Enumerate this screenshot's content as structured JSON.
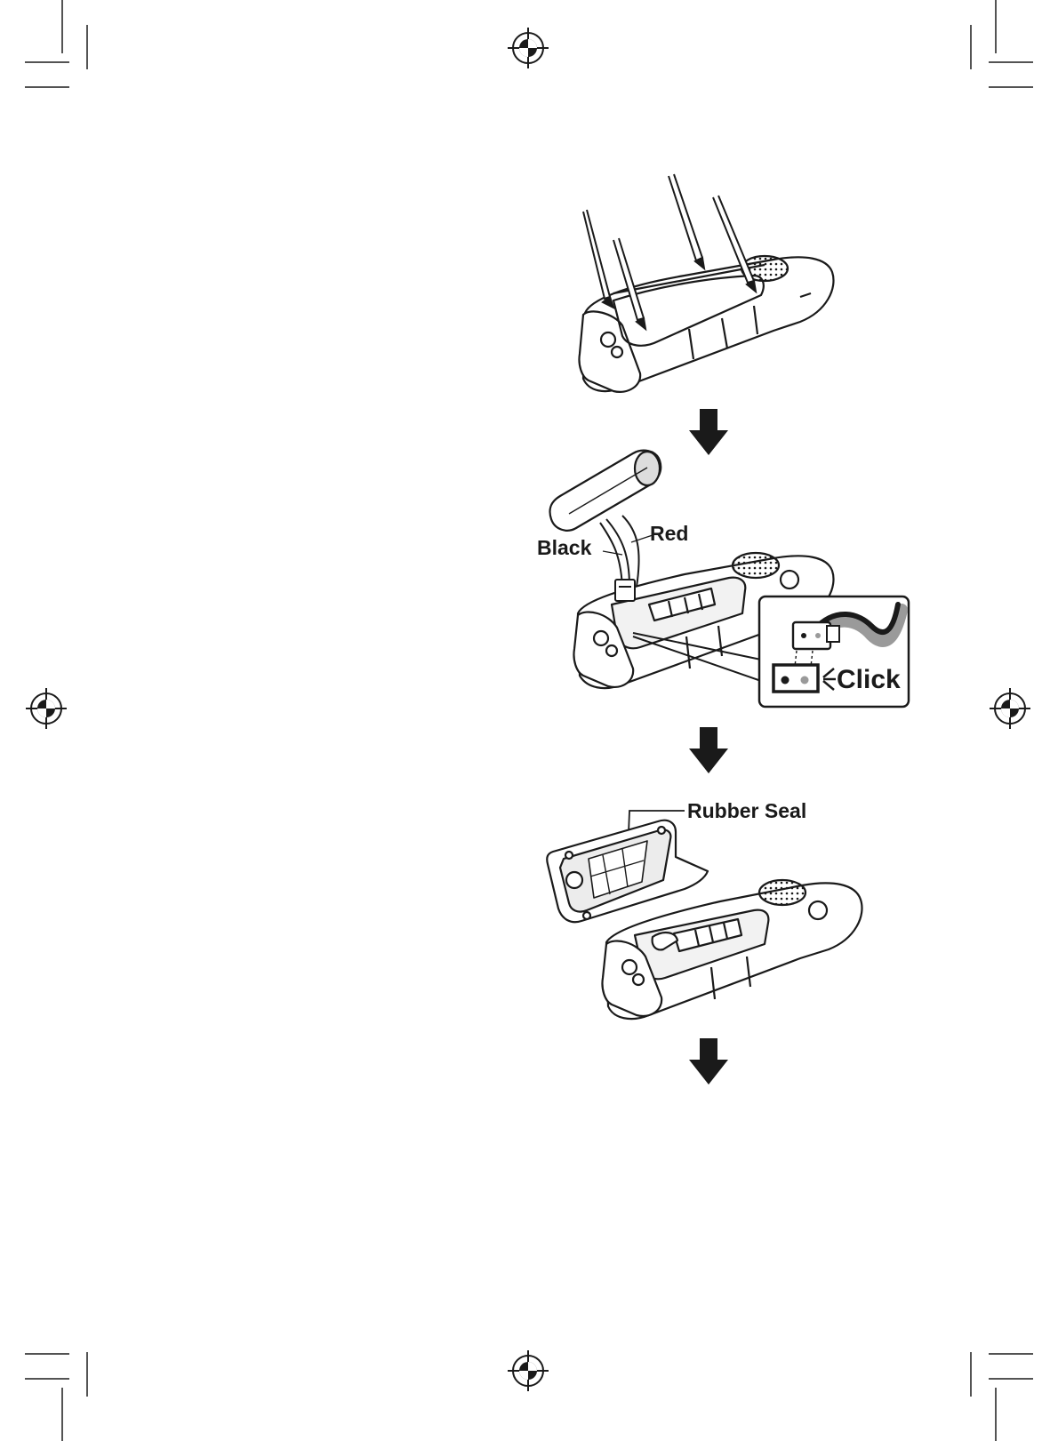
{
  "labels": {
    "black_wire": "Black",
    "red_wire": "Red",
    "click": "Click",
    "rubber_seal": "Rubber Seal"
  },
  "colors": {
    "ink": "#1a1a1a",
    "shade": "#9a9a9a",
    "paper": "#ffffff"
  },
  "icons": [
    "registration-mark",
    "down-arrow",
    "screwdriver",
    "battery-pack",
    "connector-plug"
  ]
}
